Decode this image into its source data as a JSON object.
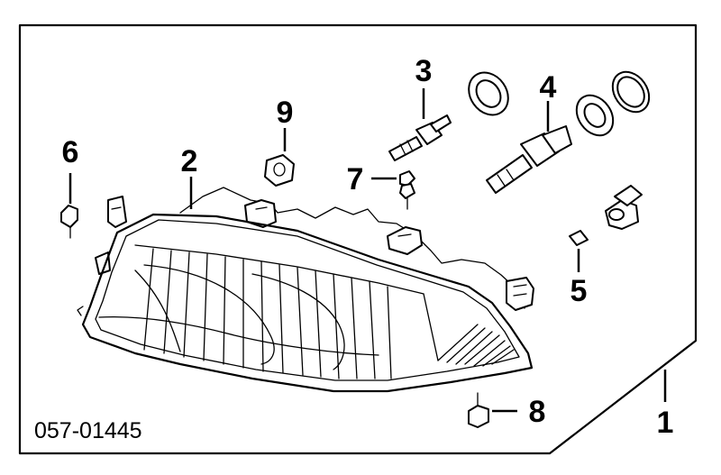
{
  "diagram": {
    "part_code": "057-01445",
    "callouts": {
      "c1": "1",
      "c2": "2",
      "c3": "3",
      "c4": "4",
      "c5": "5",
      "c6": "6",
      "c7": "7",
      "c8": "8",
      "c9": "9"
    }
  }
}
